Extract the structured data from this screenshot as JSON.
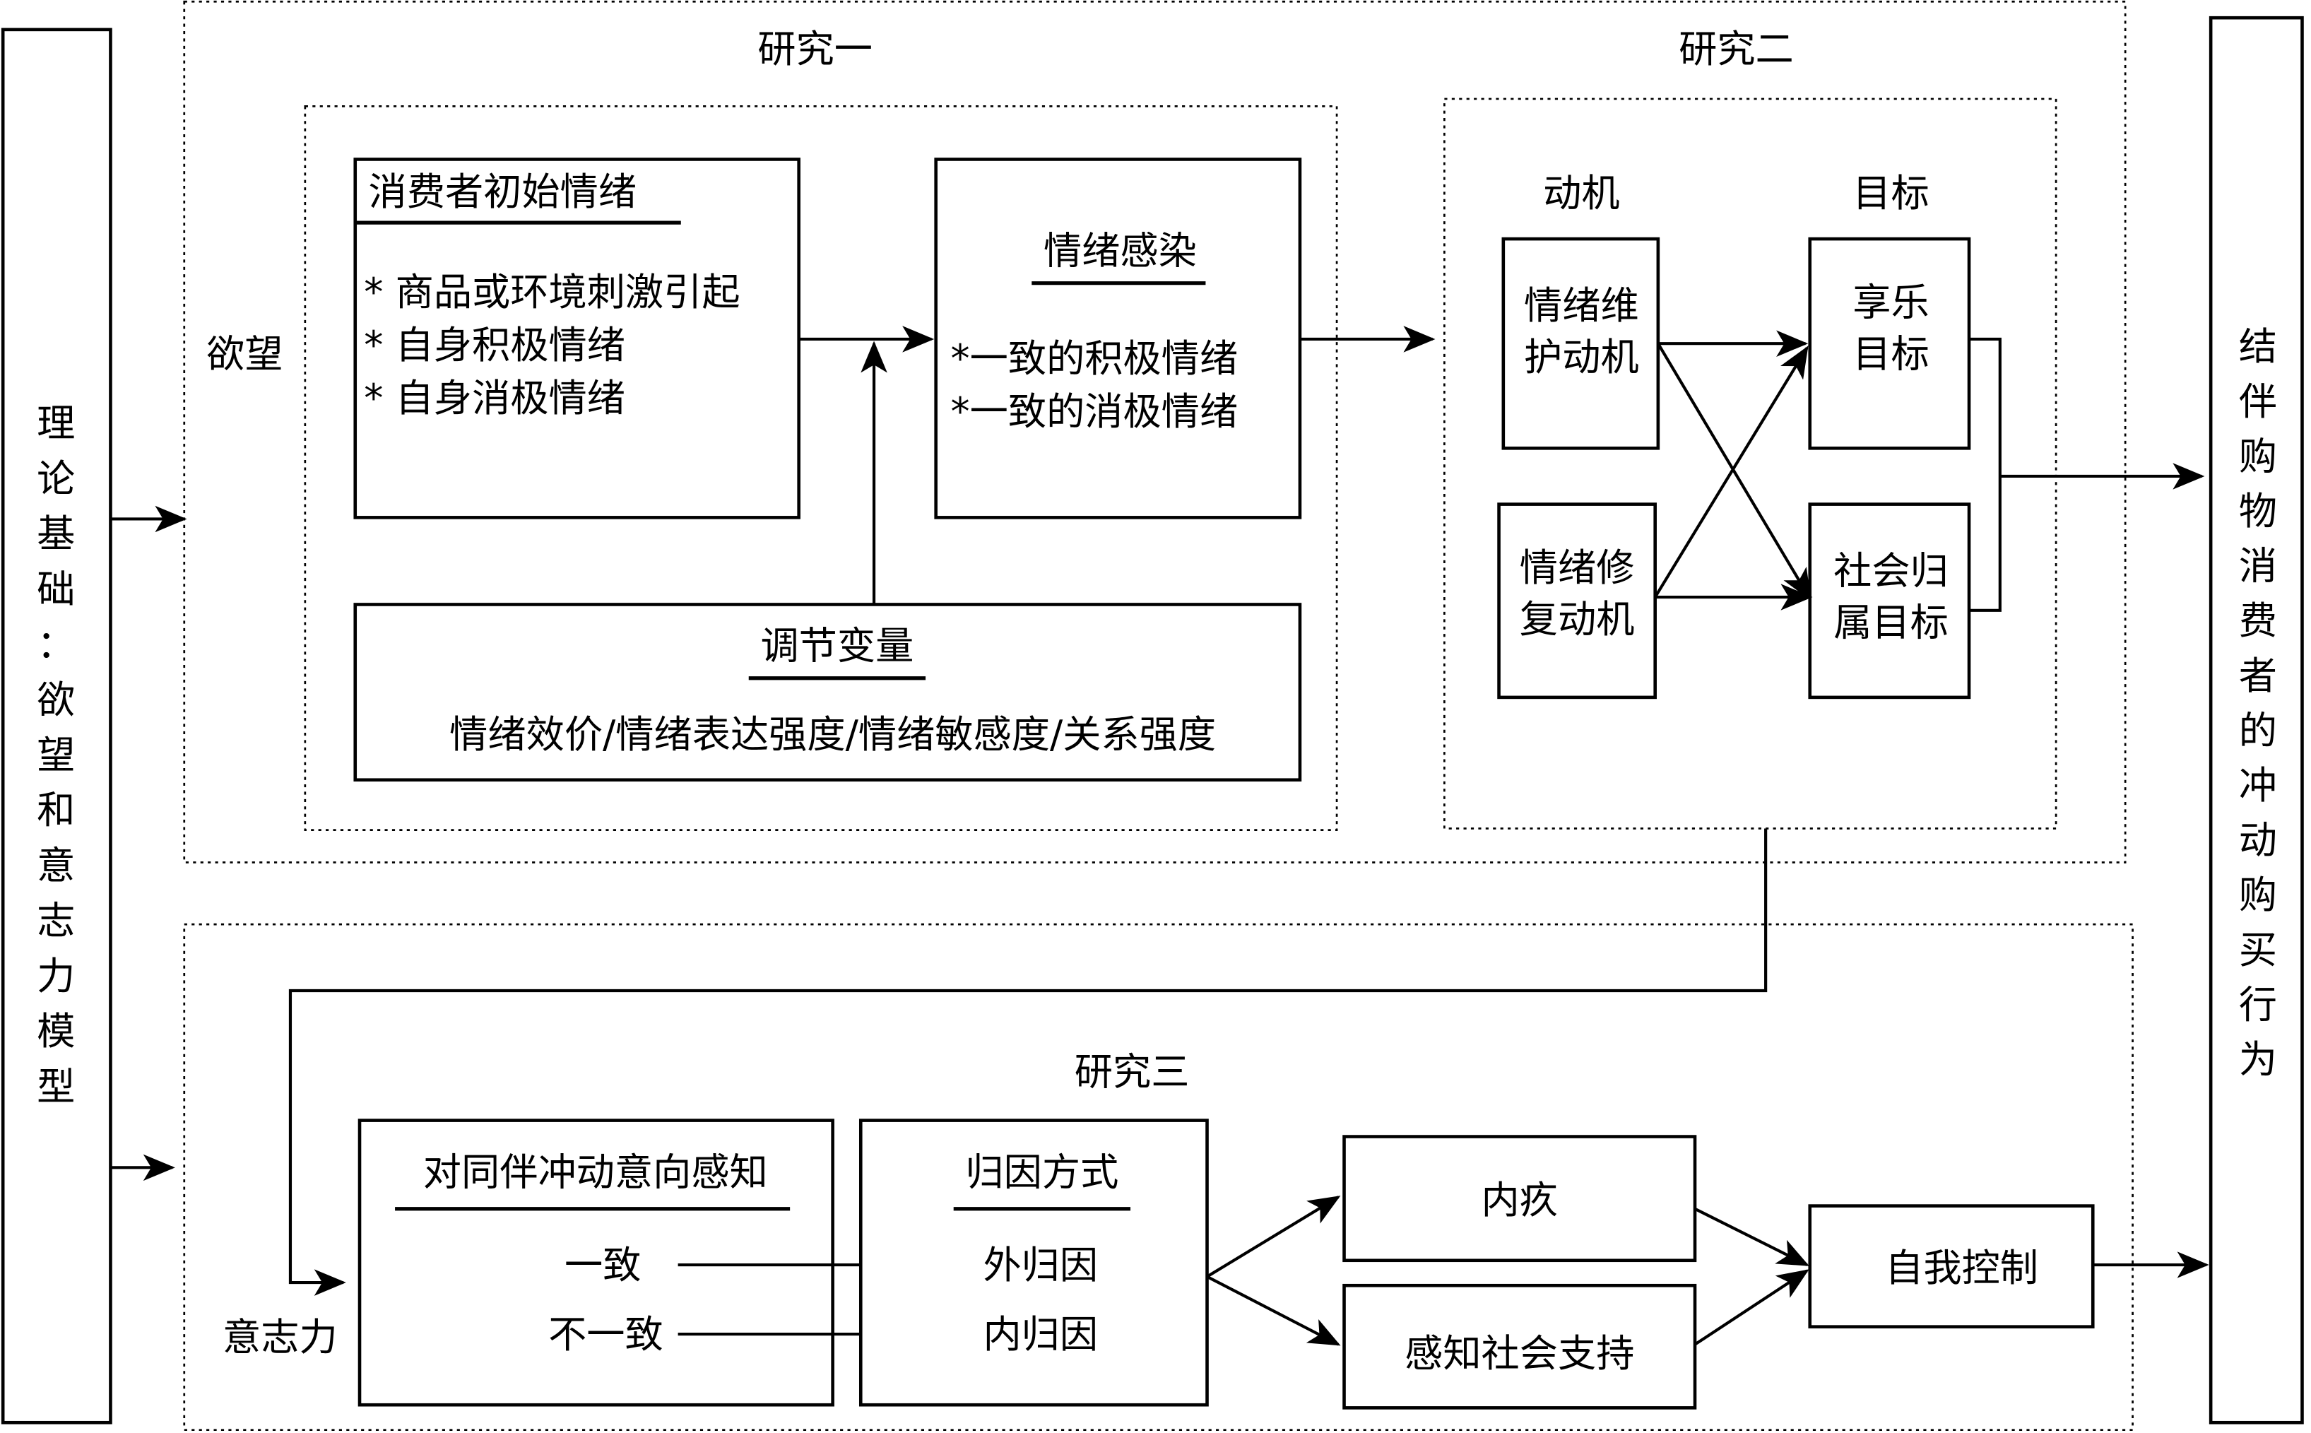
{
  "left_panel": {
    "label": "理论基础：欲望和意志力模型"
  },
  "right_panel": {
    "label": "结伴购物消费者的冲动购买行为"
  },
  "study1": {
    "title": "研究一",
    "side_label": "欲望",
    "initial_emotion": {
      "title": "消费者初始情绪",
      "items": [
        "* 商品或环境刺激引起",
        "* 自身积极情绪",
        "* 自身消极情绪"
      ]
    },
    "contagion": {
      "title": "情绪感染",
      "items": [
        "*一致的积极情绪",
        "*一致的消极情绪"
      ]
    },
    "moderators": {
      "title": "调节变量",
      "text": "情绪效价/情绪表达强度/情绪敏感度/关系强度"
    }
  },
  "study2": {
    "title": "研究二",
    "motive_header": "动机",
    "goal_header": "目标",
    "motives": [
      [
        "情绪维",
        "护动机"
      ],
      [
        "情绪修",
        "复动机"
      ]
    ],
    "goals": [
      [
        "享乐",
        "目标"
      ],
      [
        "社会归",
        "属目标"
      ]
    ]
  },
  "study3": {
    "title": "研究三",
    "side_label": "意志力",
    "perception": {
      "title": "对同伴冲动意向感知",
      "items": [
        "一致",
        "不一致"
      ]
    },
    "attribution": {
      "title": "归因方式",
      "items": [
        "外归因",
        "内归因"
      ]
    },
    "guilt": "内疚",
    "social_support": "感知社会支持",
    "self_control": "自我控制"
  }
}
